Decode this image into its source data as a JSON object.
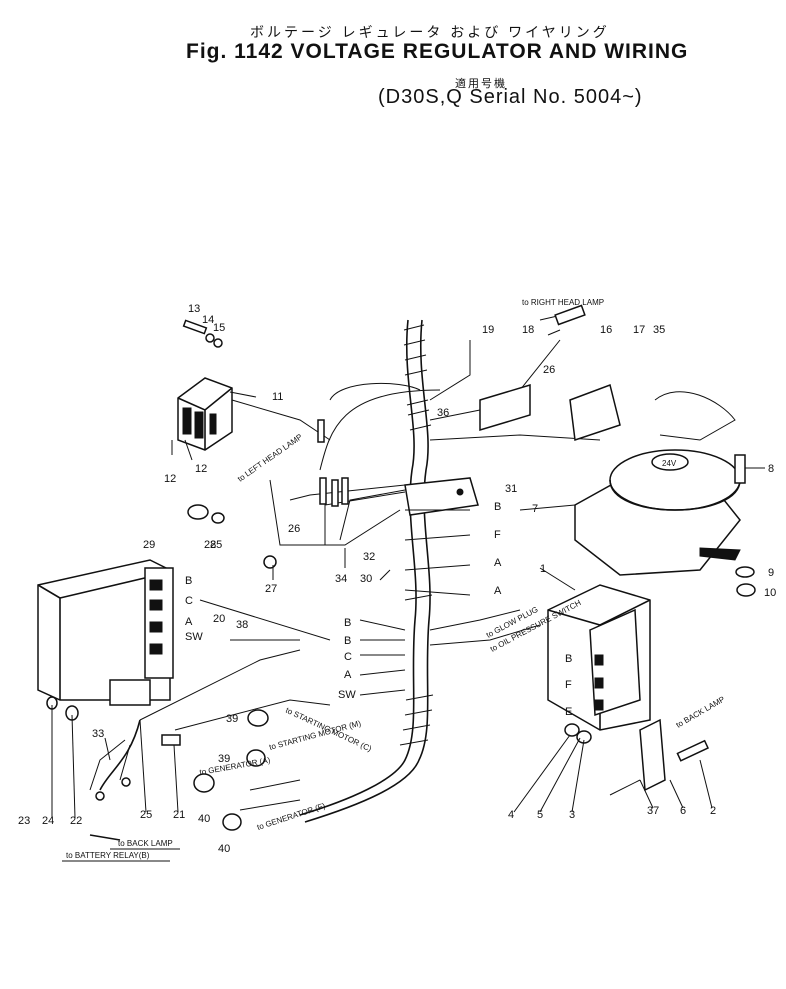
{
  "header": {
    "jp_title": "ボルテージ レギュレータ および ワイヤリング",
    "fig_title": "Fig. 1142 VOLTAGE REGULATOR AND WIRING",
    "jp_serial": "適用号機",
    "serial_line": "(D30S,Q Serial No. 5004~)"
  },
  "callouts": [
    "1",
    "2",
    "3",
    "4",
    "5",
    "6",
    "7",
    "8",
    "9",
    "10",
    "11",
    "12",
    "12",
    "13",
    "14",
    "15",
    "16",
    "17",
    "18",
    "19",
    "20",
    "21",
    "22",
    "23",
    "24",
    "25",
    "25",
    "26",
    "26",
    "27",
    "28",
    "29",
    "30",
    "31",
    "32",
    "33",
    "34",
    "35",
    "36",
    "37",
    "38",
    "39",
    "39",
    "40",
    "40"
  ],
  "terminals": {
    "regulator_left": [
      "B",
      "C",
      "A",
      "SW"
    ],
    "harness": [
      "B",
      "F",
      "A",
      "A",
      "B",
      "B",
      "C",
      "A",
      "SW"
    ],
    "regulator_right": [
      "B",
      "F",
      "E"
    ]
  },
  "wire_labels": {
    "right_head_lamp": "to RIGHT HEAD LAMP",
    "left_head_lamp": "to LEFT HEAD LAMP",
    "glow_plug": "to GLOW PLUG",
    "oil_pressure_switch": "to OIL PRESSURE SWITCH",
    "starting_motor_c": "to STARTING MOTOR (C)",
    "starting_motor_m": "to STARTING MOTOR (M)",
    "generator_a": "to GENERATOR (A)",
    "generator_f": "to GENERATOR (F)",
    "back_lamp_right": "to BACK LAMP",
    "back_lamp_left": "to BACK LAMP",
    "battery_relay": "to BATTERY RELAY(B)"
  },
  "horn_mark": "24V"
}
